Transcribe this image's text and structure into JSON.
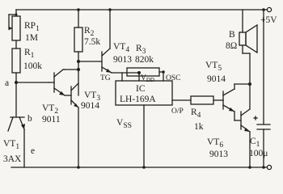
{
  "supply": {
    "label": "+5V"
  },
  "rp1": {
    "name": "RP",
    "sub": "1",
    "value": "1M"
  },
  "r1": {
    "name": "R",
    "sub": "1",
    "value": "100k"
  },
  "r2": {
    "name": "R",
    "sub": "2",
    "value": "7.5k"
  },
  "r3": {
    "name": "R",
    "sub": "3",
    "value": "820k"
  },
  "r4": {
    "name": "R",
    "sub": "4",
    "value": "1k"
  },
  "vt1": {
    "name": "VT",
    "sub": "1",
    "type": "3AX",
    "pin_b": "b",
    "pin_e": "e"
  },
  "vt2": {
    "name": "VT",
    "sub": "2",
    "type": "9011"
  },
  "vt3": {
    "name": "VT",
    "sub": "3",
    "type": "9014"
  },
  "vt4": {
    "name": "VT",
    "sub": "4",
    "type": "9013"
  },
  "vt5": {
    "name": "VT",
    "sub": "5",
    "type": "9014"
  },
  "vt6": {
    "name": "VT",
    "sub": "6",
    "type": "9013"
  },
  "node_a": "a",
  "ic": {
    "ref": "IC",
    "part": "LH-169A",
    "pin_tg": "TG",
    "pin_vdd": "V",
    "pin_vdd_sub": "DD",
    "pin_osc": "OSC",
    "pin_op": "O/P",
    "pin_vss": "V",
    "pin_vss_sub": "SS"
  },
  "speaker": {
    "ref": "B",
    "value": "8Ω"
  },
  "c1": {
    "name": "C",
    "sub": "1",
    "value": "100μ"
  }
}
